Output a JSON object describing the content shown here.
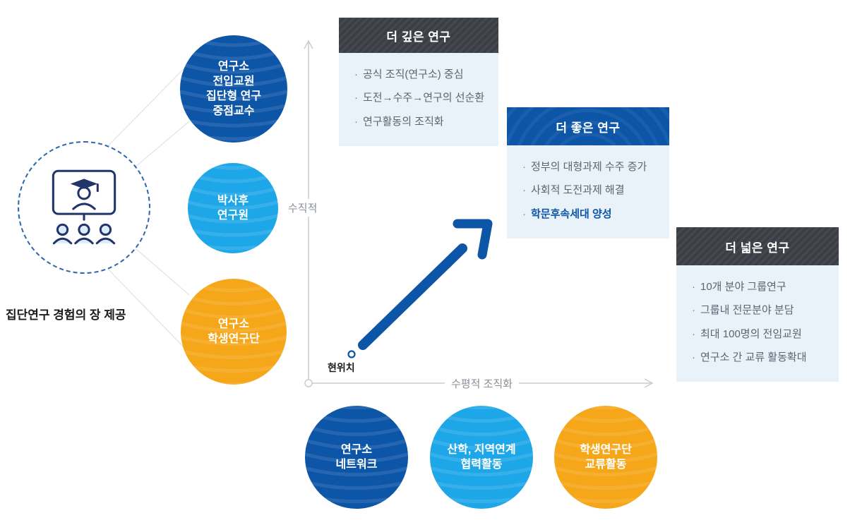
{
  "page": {
    "caption": "집단연구 경험의 장 제공"
  },
  "colors": {
    "dark_blue": "#0d55a7",
    "light_blue": "#1ea7e8",
    "orange": "#f6a619",
    "header_dark": "#3b3e45",
    "card_body_bg": "#e9f1f9"
  },
  "member_circles": [
    {
      "label": "연구소\n전입교원\n집단형 연구\n중점교수"
    },
    {
      "label": "박사후\n연구원"
    },
    {
      "label": "연구소\n학생연구단"
    }
  ],
  "axis": {
    "vertical_label": "수직적",
    "horizontal_label": "수평적 조직화",
    "origin_label": "현위치"
  },
  "cards": [
    {
      "title": "더 깊은 연구",
      "items": [
        {
          "text": "공식 조직(연구소) 중심"
        },
        {
          "text": "도전→수주→연구의 선순환"
        },
        {
          "text": "연구활동의 조직화"
        }
      ]
    },
    {
      "title": "더 좋은 연구",
      "items": [
        {
          "text": "정부의 대형과제 수주 증가"
        },
        {
          "text": "사회적 도전과제 해결"
        },
        {
          "text": "학문후속세대 양성",
          "highlight": true
        }
      ]
    },
    {
      "title": "더 넓은 연구",
      "items": [
        {
          "text": "10개 분야 그룹연구"
        },
        {
          "text": "그룹내 전문분야 분담"
        },
        {
          "text": "최대 100명의 전임교원"
        },
        {
          "text": "연구소 간 교류 활동확대"
        }
      ]
    }
  ],
  "activity_circles": [
    {
      "label": "연구소\n네트워크"
    },
    {
      "label": "산학, 지역연계\n협력활동"
    },
    {
      "label": "학생연구단\n교류활동"
    }
  ]
}
